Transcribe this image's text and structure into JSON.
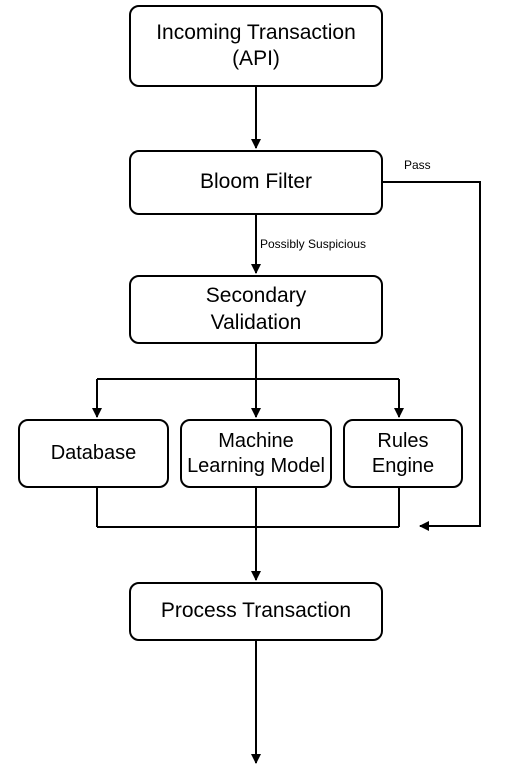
{
  "nodes": {
    "incoming": "Incoming Transaction\n(API)",
    "bloom": "Bloom Filter",
    "secondary": "Secondary\nValidation",
    "database": "Database",
    "ml": "Machine\nLearning Model",
    "rules": "Rules\nEngine",
    "process": "Process Transaction"
  },
  "edges": {
    "pass": "Pass",
    "possibly_suspicious": "Possibly Suspicious"
  }
}
